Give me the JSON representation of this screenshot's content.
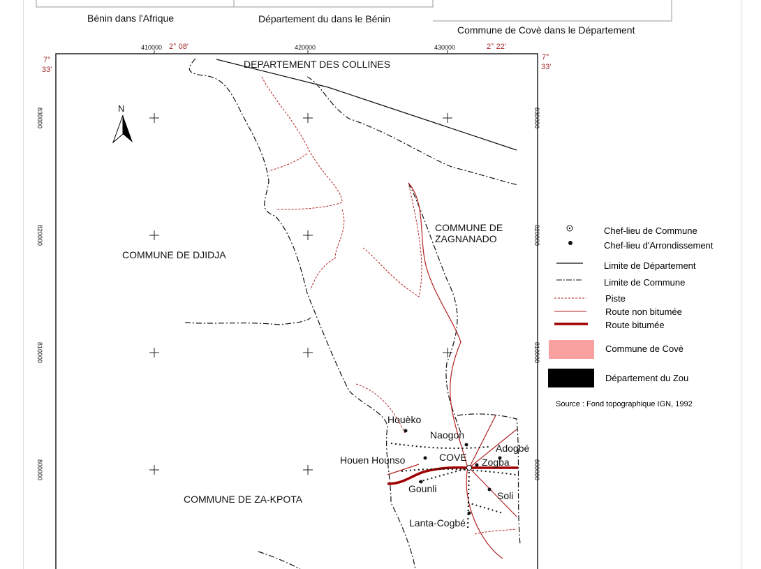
{
  "insets": {
    "benin_africa": "Bénin dans l'Afrique",
    "departement_benin": "Département du dans le Bénin",
    "cove_departement": "Commune de Covè dans le Département"
  },
  "axes": {
    "x_ticks": [
      "410000",
      "420000",
      "430000"
    ],
    "y_ticks": [
      "830000",
      "820000",
      "810000",
      "800000"
    ],
    "lon_labels": [
      "2° 08'",
      "2° 22'"
    ],
    "lat_deg": "7°",
    "lat_min": "33'"
  },
  "north": "N",
  "map_labels": {
    "collines": "DEPARTEMENT DES COLLINES",
    "djidja": "COMMUNE DE DJIDJA",
    "zagnanado_1": "COMMUNE DE",
    "zagnanado_2": "ZAGNANADO",
    "zakpota": "COMMUNE DE ZA-KPOTA"
  },
  "places": [
    "Houèko",
    "Naogon",
    "Adogbé",
    "Houen Hounso",
    "COVE",
    "Zogba",
    "Gounli",
    "Soli",
    "Lanta-Cogbé"
  ],
  "legend": {
    "items": [
      "Chef-lieu de Commune",
      "Chef-lieu d'Arrondissement",
      "Limite de Département",
      "Limite de Commune",
      "Piste",
      "Route non bitumée",
      "Route bitumée",
      "Commune de Covè",
      "Département du Zou"
    ],
    "source": "Source : Fond topographique IGN, 1992"
  },
  "colors": {
    "road": "#b22222",
    "paved": "#a00000",
    "cove": "#f9a0a0",
    "zou": "#000000"
  }
}
